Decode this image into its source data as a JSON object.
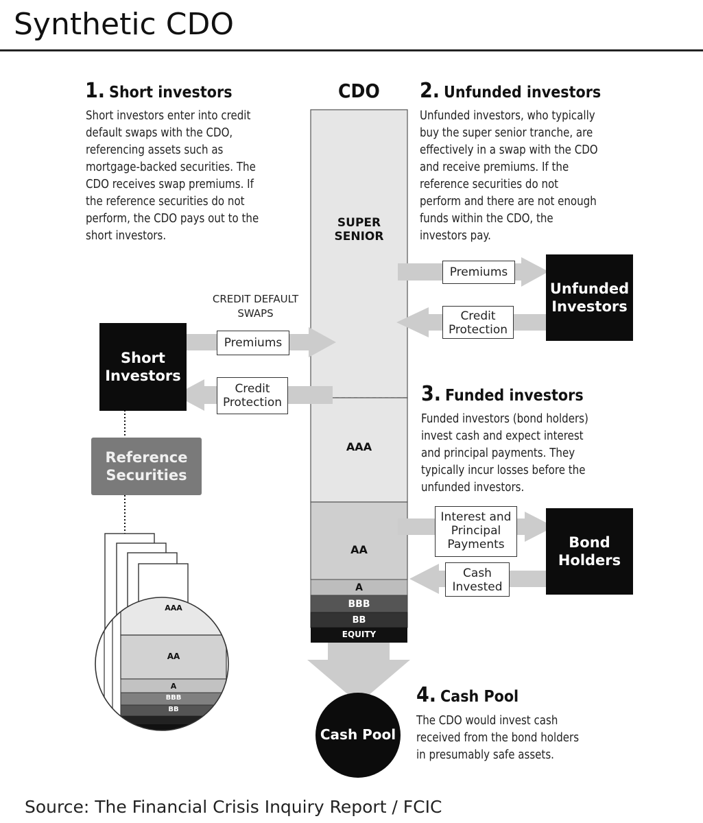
{
  "title": "Synthetic CDO",
  "cdo_label": "CDO",
  "sections": [
    {
      "number": "1.",
      "heading": "Short investors",
      "lines": [
        "Short investors enter into credit",
        "default swaps with the CDO,",
        "referencing assets such as",
        "mortgage-backed securities. The",
        "CDO receives swap premiums. If",
        "the reference securities do not",
        "perform, the CDO pays out to the",
        "short investors."
      ]
    },
    {
      "number": "2.",
      "heading": "Unfunded investors",
      "lines": [
        "Unfunded investors, who typically",
        "buy the super senior tranche, are",
        "effectively in a swap with the CDO",
        "and receive premiums. If the",
        "reference securities do not",
        "perform and there are not enough",
        "funds within the CDO, the",
        "investors pay."
      ]
    },
    {
      "number": "3.",
      "heading": "Funded investors",
      "lines": [
        "Funded investors (bond holders)",
        "invest cash and expect interest",
        "and principal payments. They",
        "typically incur losses before the",
        "unfunded investors."
      ]
    },
    {
      "number": "4.",
      "heading": "Cash Pool",
      "lines": [
        "The CDO would invest cash",
        "received from the bond holders",
        "in presumably safe assets."
      ]
    }
  ],
  "tranches": {
    "super_senior": "SUPER SENIOR",
    "aaa": "AAA",
    "aa": "AA",
    "a": "A",
    "bbb": "BBB",
    "bb": "BB",
    "equity": "EQUITY"
  },
  "labels": {
    "cds_line1": "CREDIT DEFAULT",
    "cds_line2": "SWAPS",
    "premiums": "Premiums",
    "credit_line1": "Credit",
    "credit_line2": "Protection",
    "interest_line1": "Interest and",
    "interest_line2": "Principal",
    "interest_line3": "Payments",
    "cash_line1": "Cash",
    "cash_line2": "Invested"
  },
  "boxes": {
    "unfunded_line1": "Unfunded",
    "unfunded_line2": "Investors",
    "short_line1": "Short",
    "short_line2": "Investors",
    "bond_line1": "Bond",
    "bond_line2": "Holders",
    "ref_line1": "Reference",
    "ref_line2": "Securities",
    "cash_pool": "Cash Pool"
  },
  "ref_tranches": {
    "aaa": "AAA",
    "aa": "AA",
    "a": "A",
    "bbb": "BBB",
    "bb": "BB"
  },
  "source": "Source:  The Financial Crisis Inquiry Report / FCIC",
  "colors": {
    "dark": "#0c0c0c",
    "super_senior": "#e6e6e6",
    "aa": "#cfcfcf",
    "a": "#bdbdbd",
    "bbb": "#555555",
    "bb": "#333333",
    "equity": "#111111",
    "arrow": "#cccccc",
    "reference": "#7a7a7a"
  }
}
